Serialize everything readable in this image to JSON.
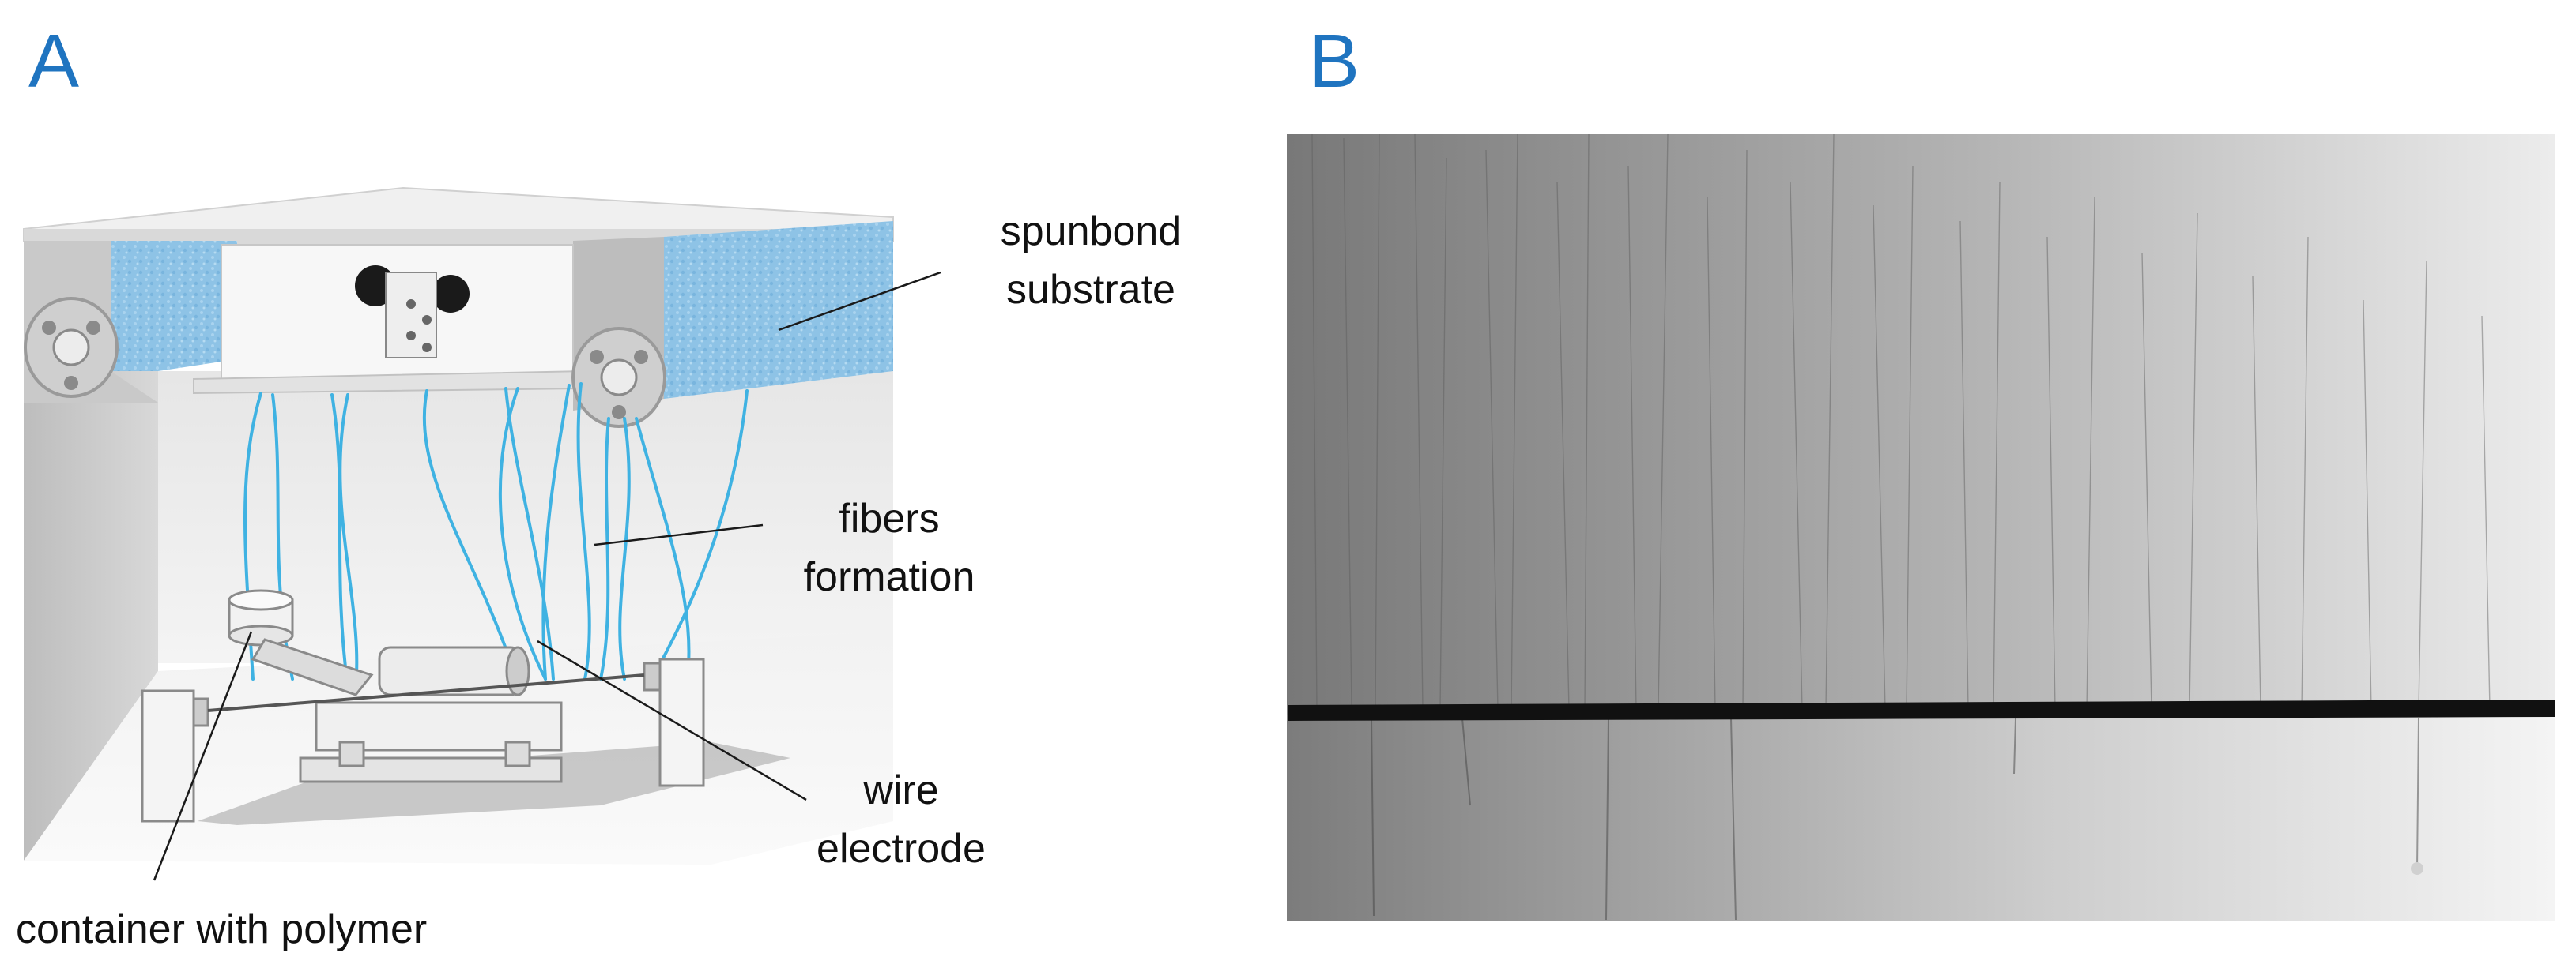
{
  "panels": {
    "a": {
      "letter": "A",
      "labels": {
        "spunbond_line1": "spunbond",
        "spunbond_line2": "substrate",
        "fibers_line1": "fibers",
        "fibers_line2": "formation",
        "wire_line1": "wire",
        "wire_line2": "electrode",
        "container": "container with polymer"
      }
    },
    "b": {
      "letter": "B"
    }
  },
  "colors": {
    "panel_letter": "#1f74c0",
    "fiber": "#3fb2e2",
    "substrate": "#8cc4e8"
  }
}
